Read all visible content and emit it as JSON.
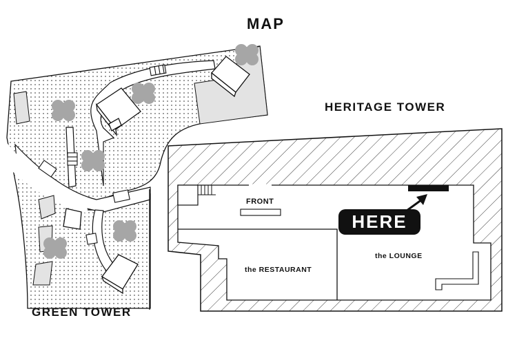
{
  "map": {
    "title": "MAP",
    "buildings": [
      {
        "name": "Heritage Tower",
        "label": "HERITAGE TOWER"
      },
      {
        "name": "Green Tower",
        "label": "GREEN TOWER"
      }
    ],
    "rooms": {
      "front": "FRONT",
      "restaurant": "the RESTAURANT",
      "lounge": "the LOUNGE"
    },
    "you_are_here": "HERE",
    "colors": {
      "line": "#111111",
      "tree": "#a6a6a6",
      "plaza": "#e3e3e3",
      "dots": "#555555",
      "marker": "#111111"
    }
  }
}
